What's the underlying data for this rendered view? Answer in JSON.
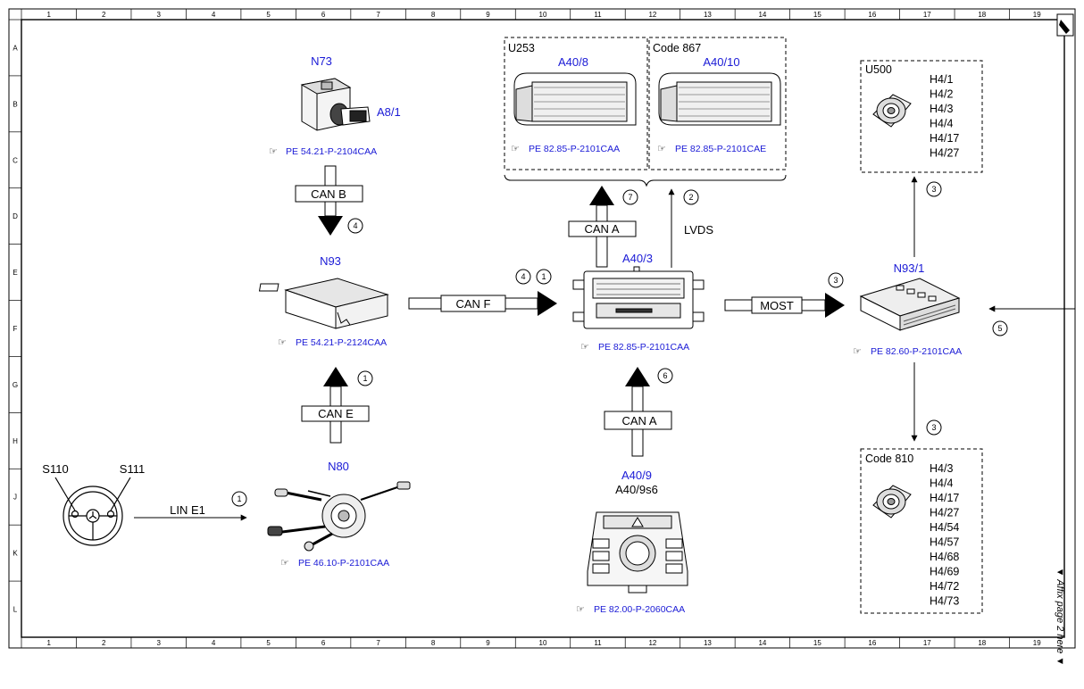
{
  "grid": {
    "columns": [
      "1",
      "2",
      "3",
      "4",
      "5",
      "6",
      "7",
      "8",
      "9",
      "10",
      "11",
      "12",
      "13",
      "14",
      "15",
      "16",
      "17",
      "18",
      "19"
    ],
    "rows": [
      "A",
      "B",
      "C",
      "D",
      "E",
      "F",
      "G",
      "H",
      "J",
      "K",
      "L"
    ]
  },
  "components": {
    "n73": "N73",
    "a8_1": "A8/1",
    "n93": "N93",
    "n80": "N80",
    "s110": "S110",
    "s111": "S111",
    "a40_8": "A40/8",
    "a40_10": "A40/10",
    "a40_3": "A40/3",
    "a40_9": "A40/9",
    "a40_9s6": "A40/9s6",
    "n93_1": "N93/1"
  },
  "references": {
    "n73": "PE 54.21-P-2104CAA",
    "n93": "PE 54.21-P-2124CAA",
    "n80": "PE 46.10-P-2101CAA",
    "a40_8": "PE 82.85-P-2101CAA",
    "a40_10": "PE 82.85-P-2101CAE",
    "a40_3": "PE 82.85-P-2101CAA",
    "a40_9": "PE 82.00-P-2060CAA",
    "n93_1": "PE 82.60-P-2101CAA"
  },
  "groups": {
    "u253": "U253",
    "code867": "Code 867",
    "u500": "U500",
    "code810": "Code 810"
  },
  "speakers_u500": [
    "H4/1",
    "H4/2",
    "H4/3",
    "H4/4",
    "H4/17",
    "H4/27"
  ],
  "speakers_code810": [
    "H4/3",
    "H4/4",
    "H4/17",
    "H4/27",
    "H4/54",
    "H4/57",
    "H4/68",
    "H4/69",
    "H4/72",
    "H4/73"
  ],
  "buses": {
    "can_b": "CAN B",
    "can_e": "CAN E",
    "can_f": "CAN F",
    "can_a_top": "CAN A",
    "can_a_bottom": "CAN A",
    "most": "MOST",
    "lvds": "LVDS",
    "lin_e1": "LIN E1"
  },
  "callouts": {
    "c_canb": "4",
    "c_cane": "1",
    "c_canf_a": "4",
    "c_canf_b": "1",
    "c_cana_top": "7",
    "c_lvds": "2",
    "c_most": "3",
    "c_u500": "3",
    "c_code810": "3",
    "c_right": "5",
    "c_cana_bottom": "6",
    "c_lin": "1"
  },
  "affix_note": "▼ Affix page 2 here ▼"
}
